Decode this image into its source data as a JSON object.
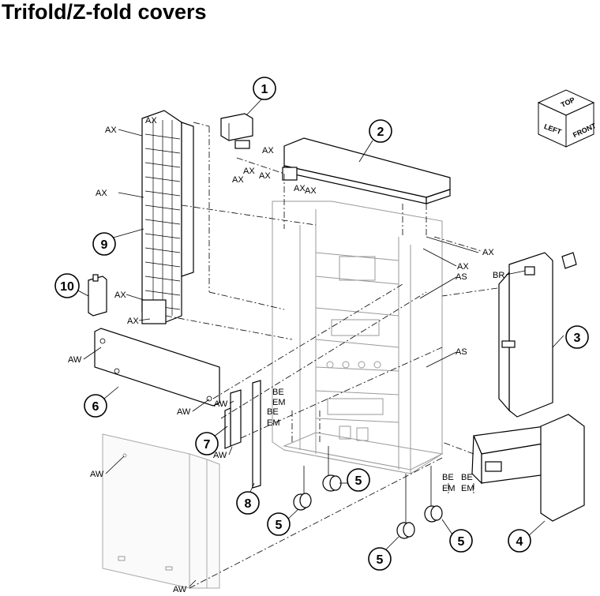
{
  "title": "Trifold/Z-fold covers",
  "orientation": {
    "top": "TOP",
    "left": "LEFT",
    "front": "FRONT"
  },
  "callouts": {
    "c1": "1",
    "c2": "2",
    "c3": "3",
    "c4": "4",
    "c5a": "5",
    "c5b": "5",
    "c5c": "5",
    "c5d": "5",
    "c6": "6",
    "c7": "7",
    "c8": "8",
    "c9": "9",
    "c10": "10"
  },
  "labels": {
    "ax1": "AX",
    "ax2": "AX",
    "ax3": "AX",
    "ax4": "AX",
    "ax5": "AX",
    "ax6": "AX",
    "ax7": "AX",
    "ax8": "AX",
    "ax9": "AX",
    "ax10": "AX",
    "ax11": "AX",
    "ax12": "AX",
    "ax13": "AX",
    "as1": "AS",
    "as2": "AS",
    "br": "BR",
    "aw1": "AW",
    "aw2": "AW",
    "aw3": "AW",
    "aw4": "AW",
    "aw5": "AW",
    "aw6": "AW",
    "be1": "BE",
    "em1": "EM",
    "be2": "BE",
    "em2": "EM",
    "be3": "BE",
    "em3": "EM",
    "be4": "BE",
    "em4": "EM"
  }
}
